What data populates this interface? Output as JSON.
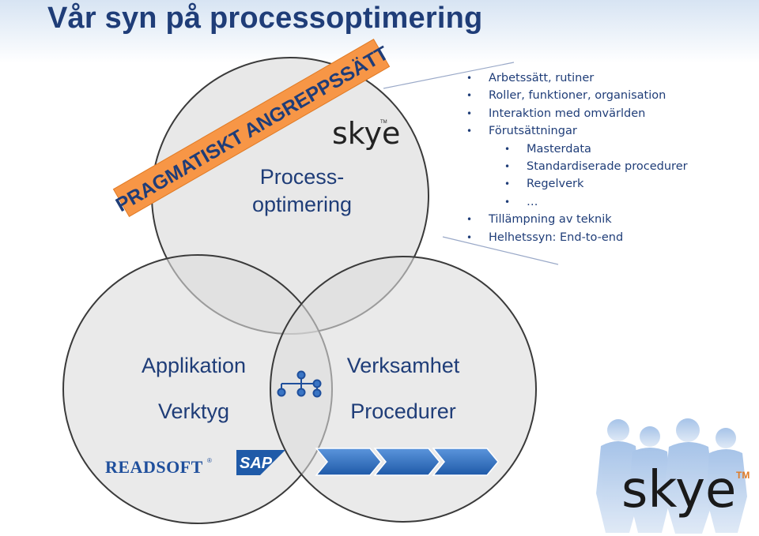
{
  "title": "Vår syn på processoptimering",
  "stamp": "PRAGMATISKT ANGREPPSSÄTT",
  "circles": {
    "top": {
      "line1": "Process-",
      "line2": "optimering",
      "logo": "skye"
    },
    "left": {
      "line1": "Applikation",
      "line2": "Verktyg"
    },
    "right": {
      "line1": "Verksamhet",
      "line2": "Procedurer"
    }
  },
  "logos": {
    "readsoft": "READSOFT",
    "sap": "SAP",
    "skye_big": "skye",
    "tm": "TM"
  },
  "bullets": [
    {
      "text": "Arbetssätt, rutiner",
      "level": 1
    },
    {
      "text": "Roller, funktioner, organisation",
      "level": 1
    },
    {
      "text": "Interaktion med omvärlden",
      "level": 1
    },
    {
      "text": "Förutsättningar",
      "level": 1
    },
    {
      "text": "Masterdata",
      "level": 2
    },
    {
      "text": "Standardiserade procedurer",
      "level": 2
    },
    {
      "text": "Regelverk",
      "level": 2
    },
    {
      "text": "…",
      "level": 2
    },
    {
      "text": "Tillämpning av teknik",
      "level": 1
    },
    {
      "text": "Helhetssyn: End-to-end",
      "level": 1
    }
  ],
  "colors": {
    "title": "#1f3d78",
    "stamp_fill": "#f79646",
    "stamp_text": "#1f3d78",
    "circle_fill": "#e3e3e3",
    "circle_stroke": "#3a3a3a",
    "arrow_fill": "#2f6ec3"
  },
  "icons": [
    "org-chart-icon",
    "process-arrows-icon",
    "people-silhouette-icon"
  ]
}
